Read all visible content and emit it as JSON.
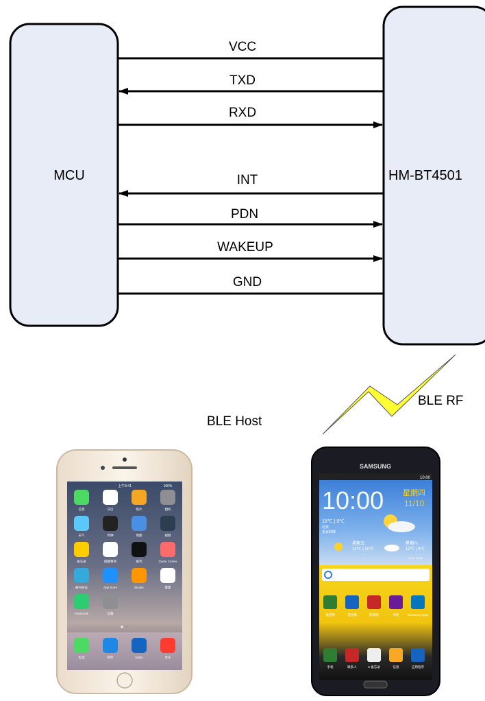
{
  "blocks": {
    "mcu": "MCU",
    "module": "HM-BT4501"
  },
  "signals": [
    {
      "label": "VCC",
      "direction": "none"
    },
    {
      "label": "TXD",
      "direction": "to-mcu"
    },
    {
      "label": "RXD",
      "direction": "to-module"
    },
    {
      "label": "INT",
      "direction": "to-mcu"
    },
    {
      "label": "PDN",
      "direction": "to-module"
    },
    {
      "label": "WAKEUP",
      "direction": "to-module"
    },
    {
      "label": "GND",
      "direction": "none"
    }
  ],
  "labels": {
    "ble_host": "BLE Host",
    "ble_rf": "BLE RF"
  },
  "iphone": {
    "status_time": "上午8:41",
    "status_battery": "100%",
    "apps": [
      "信息",
      "日历",
      "照片",
      "相机",
      "天气",
      "时钟",
      "地图",
      "视频",
      "备忘录",
      "提醒事项",
      "股市",
      "Game Center",
      "报刊杂志",
      "App Store",
      "iBooks",
      "健康",
      "Passbook",
      "设置"
    ],
    "dock": [
      "电话",
      "邮件",
      "Safari",
      "音乐"
    ]
  },
  "samsung": {
    "brand": "SAMSUNG",
    "status_time": "10:00",
    "clock": "10:00",
    "weekday": "星期四",
    "date": "11/10",
    "weather_today": "15℃ | 9℃",
    "city": "北京",
    "condition": "多云转晴",
    "forecast1_day": "星期五",
    "forecast1_temp": "14℃ | 10℃",
    "forecast2_day": "星期六",
    "forecast2_temp": "12℃ | 8℃",
    "updated": "11/10 10:00",
    "apps": [
      "电话簿",
      "音乐播",
      "影视频",
      "导航",
      "Samsung Apps"
    ],
    "dock": [
      "手机",
      "联系人",
      "S 备忘录",
      "信息",
      "应用程序"
    ]
  },
  "colors": {
    "block_fill": "#e8ecf6",
    "rf_bolt": "#ffff33"
  }
}
